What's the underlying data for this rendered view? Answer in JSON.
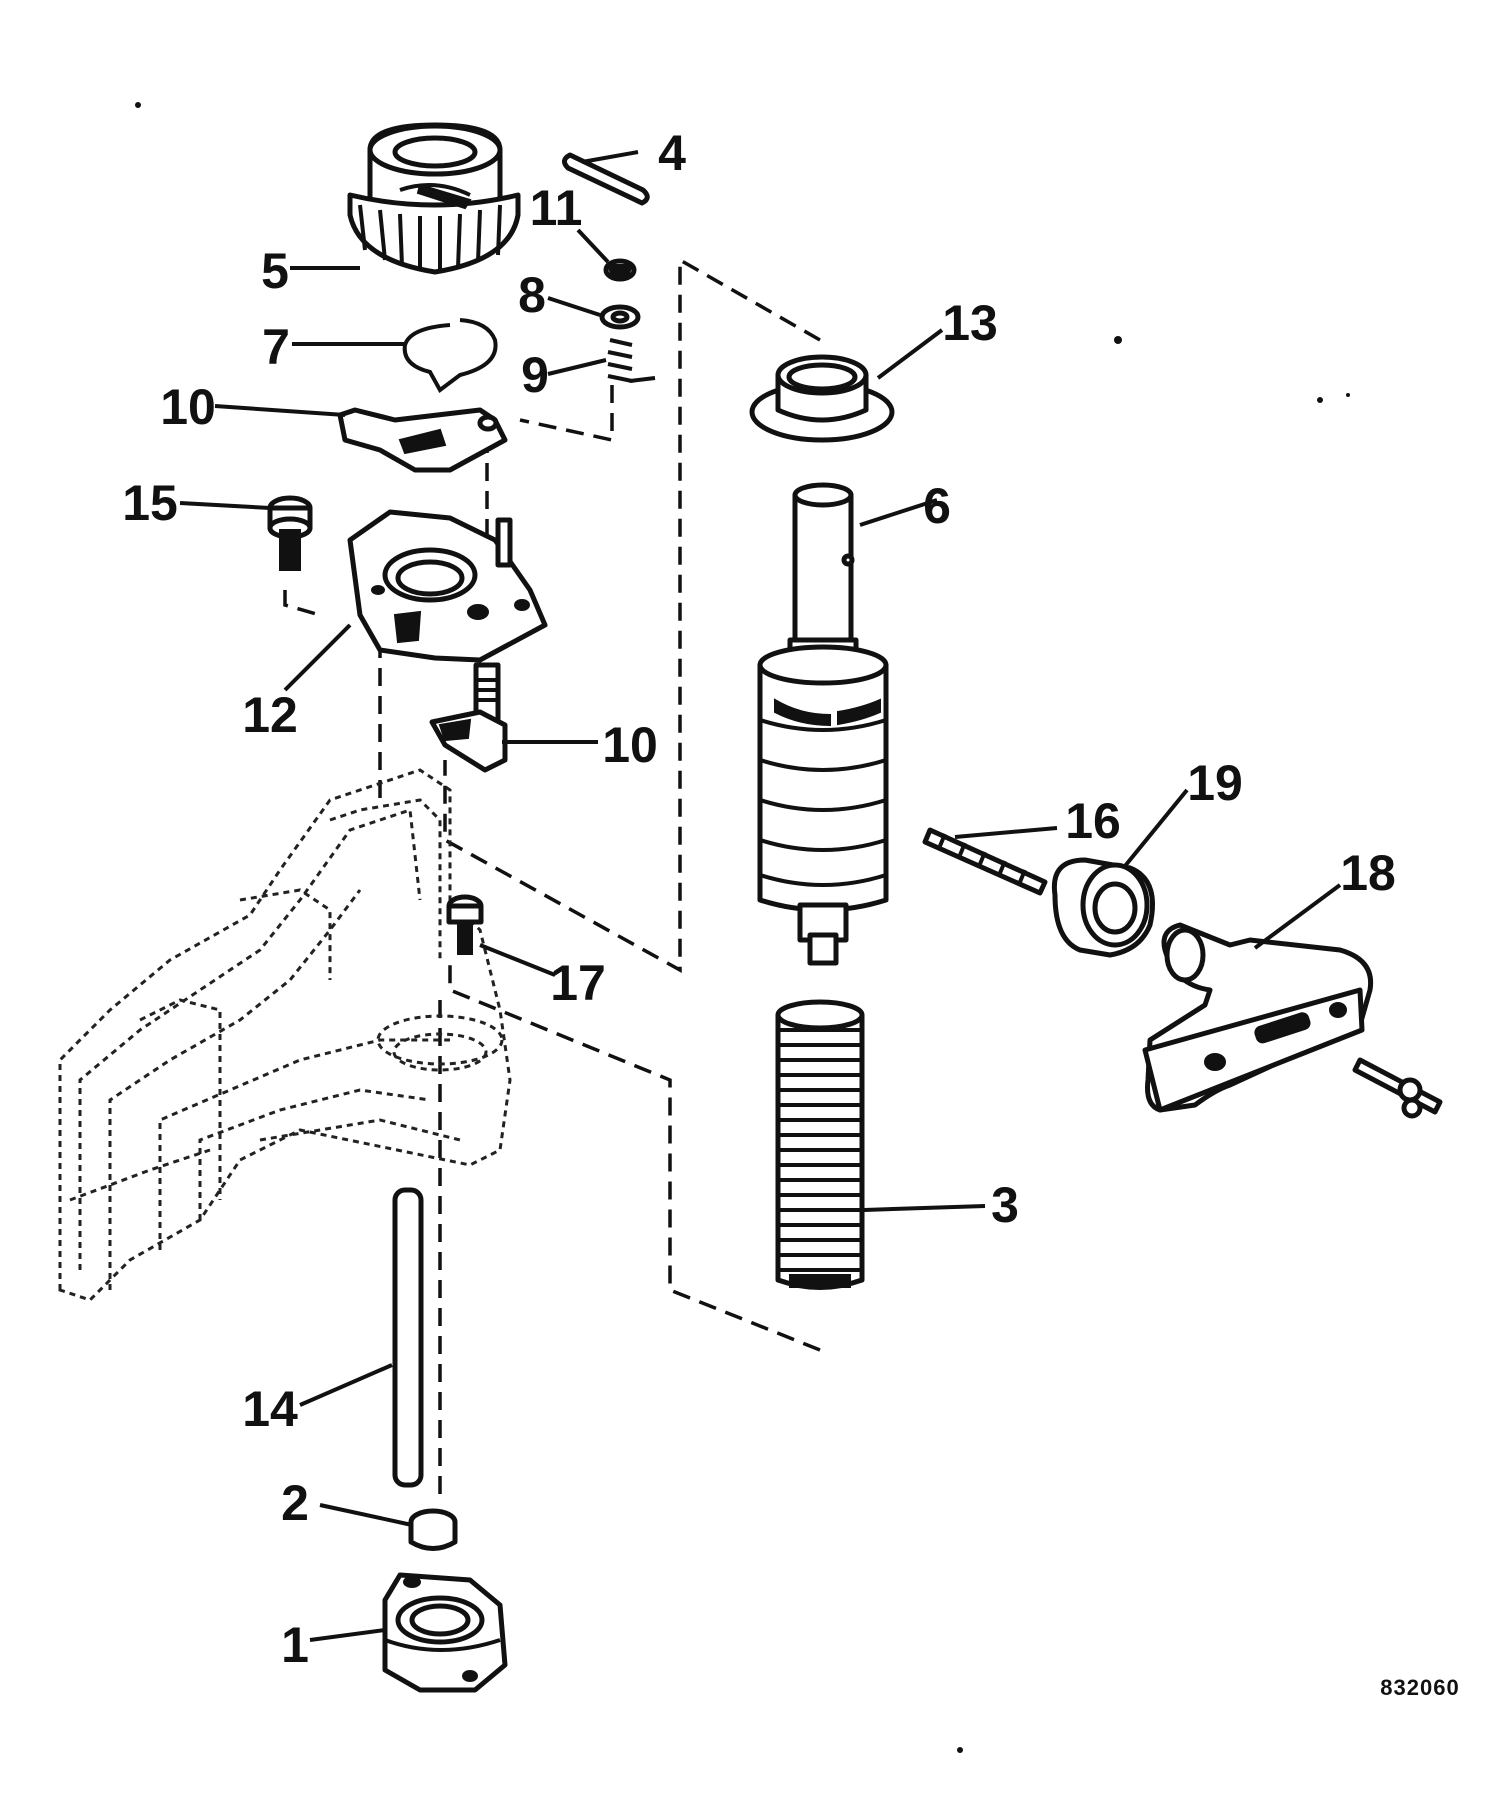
{
  "figure_code": "832060",
  "callouts": [
    {
      "id": "1",
      "label": "1"
    },
    {
      "id": "2",
      "label": "2"
    },
    {
      "id": "3",
      "label": "3"
    },
    {
      "id": "4",
      "label": "4"
    },
    {
      "id": "5",
      "label": "5"
    },
    {
      "id": "6",
      "label": "6"
    },
    {
      "id": "7",
      "label": "7"
    },
    {
      "id": "8",
      "label": "8"
    },
    {
      "id": "9",
      "label": "9"
    },
    {
      "id": "10a",
      "label": "10"
    },
    {
      "id": "10b",
      "label": "10"
    },
    {
      "id": "11",
      "label": "11"
    },
    {
      "id": "12",
      "label": "12"
    },
    {
      "id": "13",
      "label": "13"
    },
    {
      "id": "14",
      "label": "14"
    },
    {
      "id": "15",
      "label": "15"
    },
    {
      "id": "16",
      "label": "16"
    },
    {
      "id": "17",
      "label": "17"
    },
    {
      "id": "18",
      "label": "18"
    },
    {
      "id": "19",
      "label": "19"
    }
  ]
}
